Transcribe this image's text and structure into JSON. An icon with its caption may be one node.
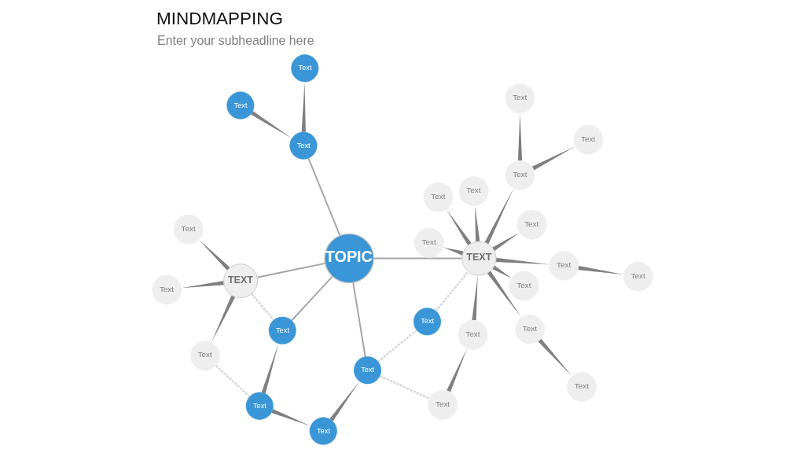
{
  "diagram": {
    "title": "MINDMAPPING",
    "nodes": [
      {
        "text": [
          "TOPIC"
        ]
      },
      {
        "text": [
          "TEXT"
        ]
      },
      {
        "text": [
          "TEXT"
        ]
      },
      {
        "text": [
          "Text"
        ]
      },
      {
        "text": [
          "Text"
        ]
      },
      {
        "text": [
          "Text"
        ]
      },
      {
        "text": [
          "Text"
        ]
      },
      {
        "text": [
          "Text"
        ]
      },
      {
        "text": [
          "Text"
        ]
      },
      {
        "text": [
          "Text"
        ]
      },
      {
        "text": [
          "Text"
        ]
      },
      {
        "text": [
          "Text"
        ]
      },
      {
        "text": [
          "Text"
        ]
      },
      {
        "text": [
          "Text"
        ]
      },
      {
        "text": [
          "Text"
        ]
      },
      {
        "text": [
          "Text"
        ]
      },
      {
        "text": [
          "Text"
        ]
      },
      {
        "text": [
          "Text"
        ]
      },
      {
        "text": [
          "Text"
        ]
      },
      {
        "text": [
          "Text"
        ]
      },
      {
        "text": [
          "Text"
        ]
      },
      {
        "text": [
          "Text"
        ]
      },
      {
        "text": [
          "Text"
        ]
      },
      {
        "text": [
          "Text"
        ]
      },
      {
        "text": [
          "Text"
        ]
      },
      {
        "text": [
          "Text"
        ]
      },
      {
        "text": [
          "Text"
        ]
      },
      {
        "text": [
          "Text"
        ]
      }
    ],
    "edges": [
      {
        "from": 1,
        "to": 0,
        "arrow": "none",
        "color": "#a6a6a6"
      },
      {
        "from": 0,
        "to": 2,
        "arrow": "none",
        "color": "#a6a6a6"
      },
      {
        "from": 1,
        "to": 3,
        "arrow": "none"
      },
      {
        "from": 1,
        "to": 4,
        "arrow": "none"
      },
      {
        "from": 1,
        "to": 5,
        "arrow": "none"
      },
      {
        "from": 1,
        "to": 7,
        "arrow": "none",
        "style": "dashed",
        "color": "#d9d9d9"
      },
      {
        "from": 3,
        "to": 6,
        "arrow": "none",
        "style": "dashed",
        "color": "#d9d9d9"
      },
      {
        "from": 6,
        "to": 7,
        "arrow": "none"
      },
      {
        "from": 6,
        "to": 8,
        "arrow": "none"
      },
      {
        "from": 7,
        "to": 0,
        "arrow": "none",
        "color": "#a6a6a6"
      },
      {
        "from": 8,
        "to": 12,
        "arrow": "none"
      },
      {
        "from": 0,
        "to": 12,
        "arrow": "none",
        "color": "#a6a6a6"
      },
      {
        "from": 0,
        "to": 10,
        "arrow": "none",
        "color": "#a6a6a6"
      },
      {
        "from": 9,
        "to": 10,
        "arrow": "none"
      },
      {
        "from": 10,
        "to": 11,
        "arrow": "none"
      },
      {
        "from": 12,
        "to": 13,
        "arrow": "none",
        "style": "dashed",
        "color": "#d9d9d9"
      },
      {
        "from": 12,
        "to": 14,
        "arrow": "none",
        "style": "dashed",
        "color": "#d9d9d9"
      },
      {
        "from": 13,
        "to": 2,
        "arrow": "none",
        "style": "dashed",
        "color": "#d9d9d9"
      },
      {
        "from": 14,
        "to": 15,
        "arrow": "none"
      },
      {
        "from": 15,
        "to": 2,
        "arrow": "none"
      },
      {
        "from": 2,
        "to": 16,
        "arrow": "none"
      },
      {
        "from": 2,
        "to": 17,
        "arrow": "none"
      },
      {
        "from": 2,
        "to": 18,
        "arrow": "none"
      },
      {
        "from": 2,
        "to": 19,
        "arrow": "none"
      },
      {
        "from": 2,
        "to": 21,
        "arrow": "none"
      },
      {
        "from": 21,
        "to": 20,
        "arrow": "none"
      },
      {
        "from": 21,
        "to": 22,
        "arrow": "none"
      },
      {
        "from": 2,
        "to": 23,
        "arrow": "none"
      },
      {
        "from": 23,
        "to": 24,
        "arrow": "none"
      },
      {
        "from": 2,
        "to": 25,
        "arrow": "none"
      },
      {
        "from": 25,
        "to": 26,
        "arrow": "none"
      },
      {
        "from": 2,
        "to": 27,
        "arrow": "none"
      }
    ],
    "labels": [
      "Enter your subheadline here"
    ]
  }
}
